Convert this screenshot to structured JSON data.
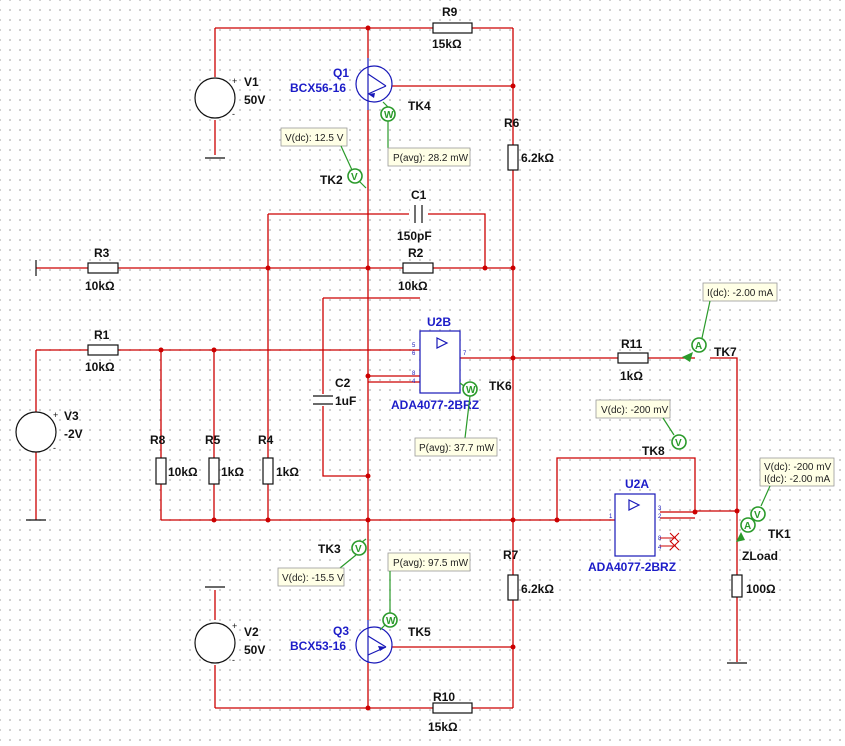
{
  "components": {
    "R1": {
      "ref": "R1",
      "value": "10kΩ"
    },
    "R2": {
      "ref": "R2",
      "value": "10kΩ"
    },
    "R3": {
      "ref": "R3",
      "value": "10kΩ"
    },
    "R4": {
      "ref": "R4",
      "value": "1kΩ"
    },
    "R5": {
      "ref": "R5",
      "value": "1kΩ"
    },
    "R6": {
      "ref": "R6",
      "value": "6.2kΩ"
    },
    "R7": {
      "ref": "R7",
      "value": "6.2kΩ"
    },
    "R8": {
      "ref": "R8",
      "value": "10kΩ"
    },
    "R9": {
      "ref": "R9",
      "value": "15kΩ"
    },
    "R10": {
      "ref": "R10",
      "value": "15kΩ"
    },
    "R11": {
      "ref": "R11",
      "value": "1kΩ"
    },
    "C1": {
      "ref": "C1",
      "value": "150pF"
    },
    "C2": {
      "ref": "C2",
      "value": "1uF"
    },
    "V1": {
      "ref": "V1",
      "value": "50V"
    },
    "V2": {
      "ref": "V2",
      "value": "50V"
    },
    "V3": {
      "ref": "V3",
      "value": "-2V"
    },
    "Q1": {
      "ref": "Q1",
      "part": "BCX56-16"
    },
    "Q3": {
      "ref": "Q3",
      "part": "BCX53-16"
    },
    "U2A": {
      "ref": "U2A",
      "part": "ADA4077-2BRZ"
    },
    "U2B": {
      "ref": "U2B",
      "part": "ADA4077-2BRZ"
    },
    "ZLoad": {
      "ref": "ZLoad",
      "value": "100Ω"
    }
  },
  "probes": {
    "TK1": {
      "name": "TK1",
      "line1": "V(dc): -200 mV",
      "line2": "I(dc): -2.00 mA"
    },
    "TK2": {
      "name": "TK2",
      "reading": "V(dc): 12.5 V"
    },
    "TK3": {
      "name": "TK3",
      "reading": "V(dc): -15.5 V"
    },
    "TK4": {
      "name": "TK4",
      "reading": "P(avg): 28.2 mW"
    },
    "TK5": {
      "name": "TK5",
      "reading": "P(avg): 97.5 mW"
    },
    "TK6": {
      "name": "TK6",
      "reading": "P(avg): 37.7 mW"
    },
    "TK7": {
      "name": "TK7",
      "reading": "I(dc): -2.00 mA"
    },
    "TK8": {
      "name": "TK8",
      "reading": "V(dc): -200 mV"
    }
  },
  "glyphs": {
    "volt": "V",
    "watt": "W",
    "amp": "A",
    "plus": "+",
    "minus": "-"
  },
  "pins": {
    "u2b": [
      "5",
      "6",
      "7",
      "8",
      "4"
    ],
    "u2a": [
      "3",
      "2",
      "1",
      "8",
      "4"
    ]
  },
  "colors": {
    "wire": "#cc0000",
    "component": "#111111",
    "label_blue": "#1c1cc8",
    "probe": "#2a9a2a"
  }
}
